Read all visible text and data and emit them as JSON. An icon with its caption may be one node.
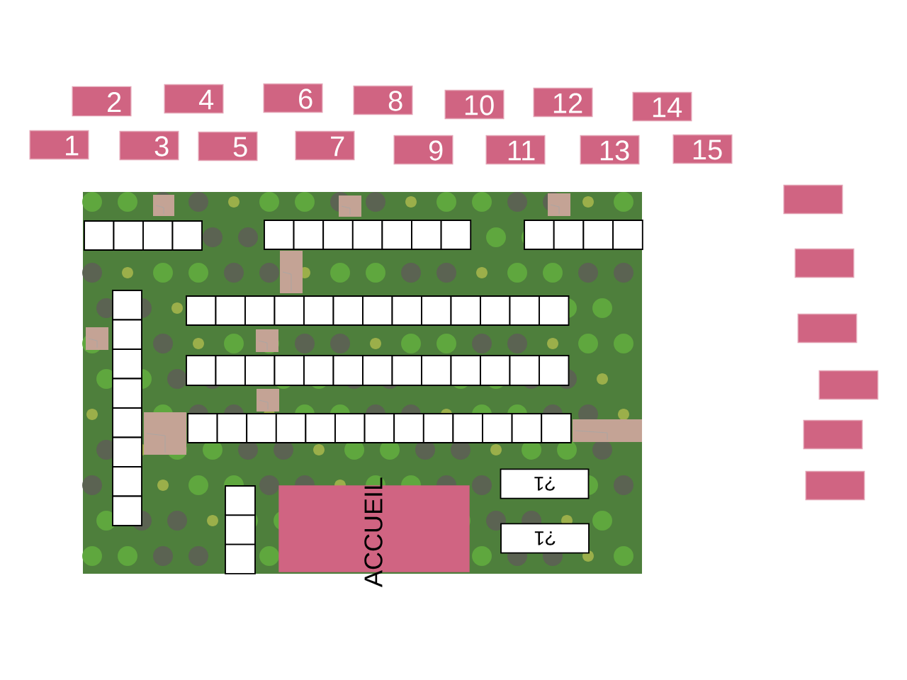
{
  "diagram": {
    "nodes": [
      {
        "text": [
          "1"
        ]
      },
      {
        "text": [
          "2"
        ]
      },
      {
        "text": [
          "3"
        ]
      },
      {
        "text": [
          "4"
        ]
      },
      {
        "text": [
          "5"
        ]
      },
      {
        "text": [
          "6"
        ]
      },
      {
        "text": [
          "7"
        ]
      },
      {
        "text": [
          "8"
        ]
      },
      {
        "text": [
          "9"
        ]
      },
      {
        "text": [
          "10"
        ]
      },
      {
        "text": [
          "11"
        ]
      },
      {
        "text": [
          "12"
        ]
      },
      {
        "text": [
          "13"
        ]
      },
      {
        "text": [
          "14"
        ]
      },
      {
        "text": [
          "15"
        ]
      },
      {
        "text": [],
        "shape": "box"
      },
      {
        "text": [],
        "shape": "box"
      },
      {
        "text": [],
        "shape": "box"
      },
      {
        "text": [],
        "shape": "box"
      },
      {
        "text": [],
        "shape": "box"
      },
      {
        "text": [],
        "shape": "box"
      },
      {
        "text": [
          "ACCUEIL"
        ]
      },
      {
        "text": [
          "?1"
        ]
      },
      {
        "text": [
          "?1"
        ]
      }
    ]
  }
}
